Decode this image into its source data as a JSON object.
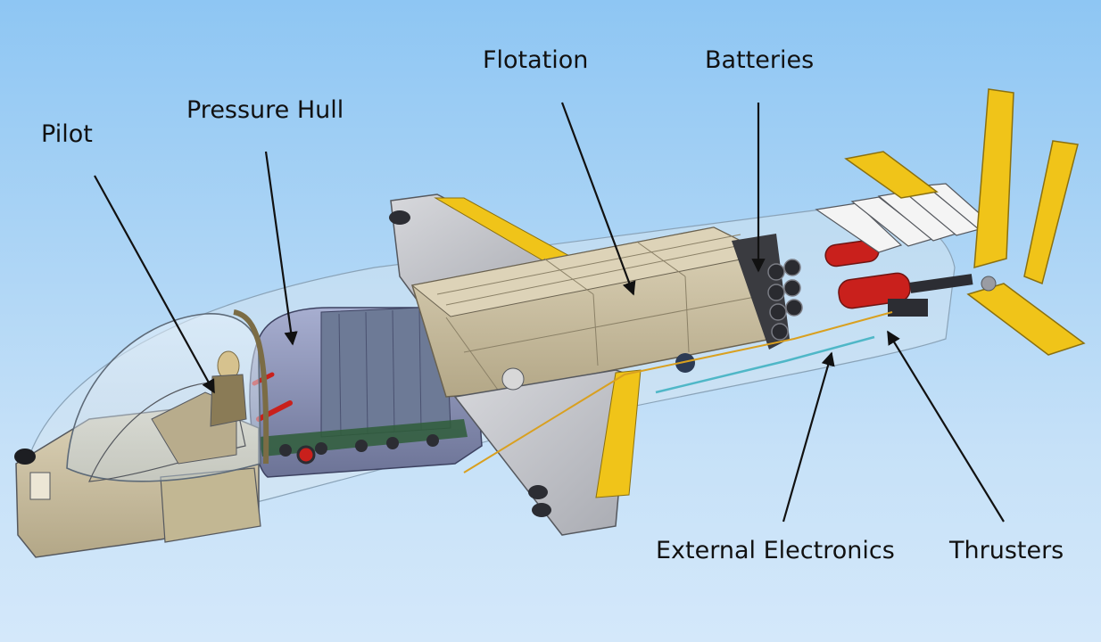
{
  "labels": {
    "pilot": "Pilot",
    "pressure_hull": "Pressure Hull",
    "flotation": "Flotation",
    "batteries": "Batteries",
    "external_electronics": "External Electronics",
    "thrusters": "Thrusters"
  },
  "colors": {
    "background_top": "#8ec6f3",
    "background_bottom": "#d4e8fa",
    "hull_tan": "#c9bd9e",
    "fin_yellow": "#f0c419",
    "pressure_hull_blue": "#8a93b8",
    "thruster_red": "#c9201c",
    "arrow": "#111111"
  }
}
